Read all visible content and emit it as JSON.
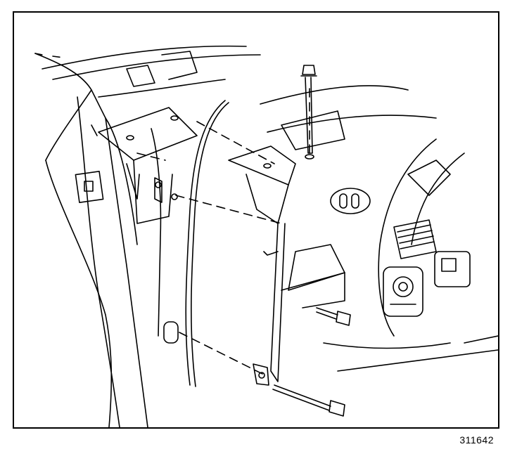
{
  "figure": {
    "code": "311642",
    "ink_color": "#000000",
    "paper_color": "#ffffff"
  },
  "parts": [
    {
      "id": "upper-bolt",
      "icon": "hex-bolt-icon"
    },
    {
      "id": "middle-bolt",
      "icon": "hex-bolt-icon"
    },
    {
      "id": "lower-bolt",
      "icon": "hex-bolt-icon"
    },
    {
      "id": "bracket",
      "icon": "mounting-bracket-icon"
    },
    {
      "id": "vent",
      "icon": "air-vent-icon"
    },
    {
      "id": "knob",
      "icon": "control-knob-icon"
    }
  ]
}
